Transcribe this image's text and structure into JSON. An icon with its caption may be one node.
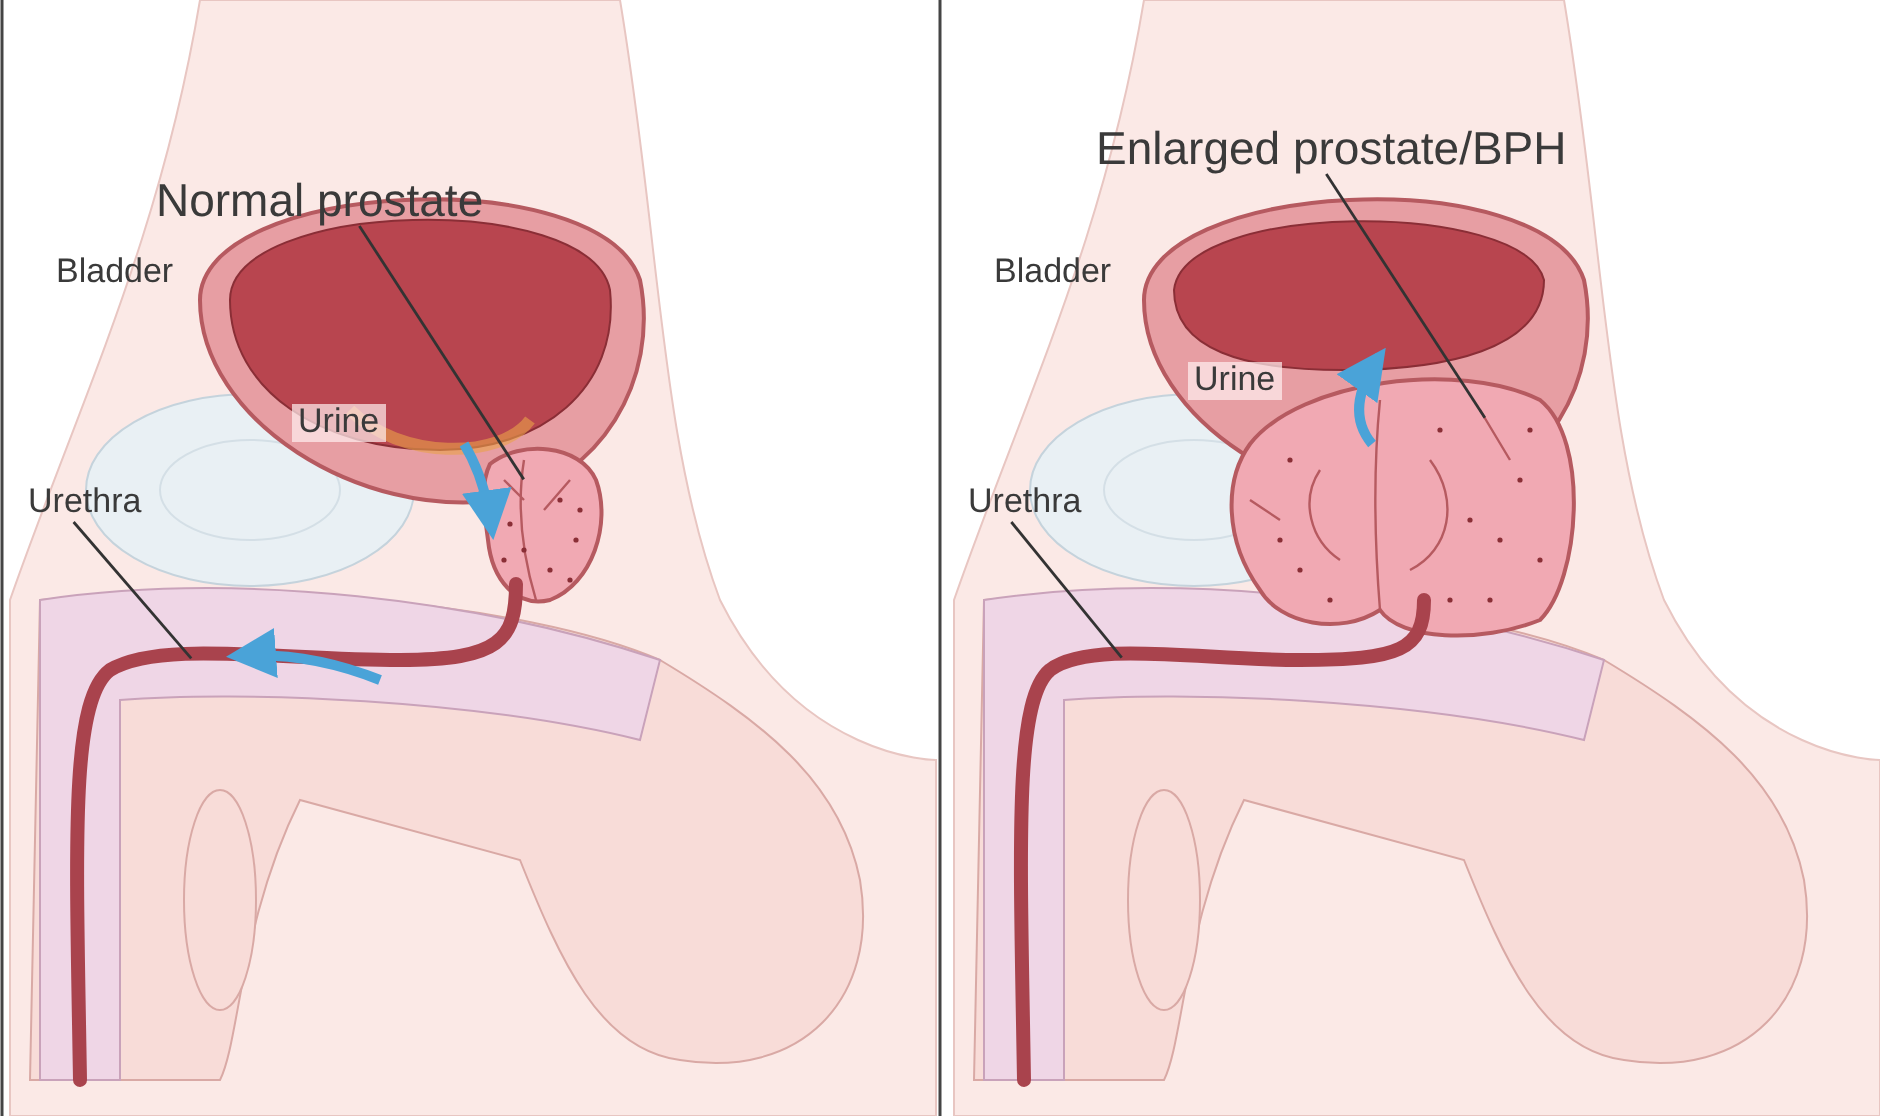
{
  "diagram": {
    "nodes": [
      {
        "text": [
          "Normal prostate"
        ]
      },
      {
        "text": [],
        "shape": "picture"
      },
      {
        "text": [
          "Urethra"
        ]
      },
      {
        "text": [],
        "shape": "picture"
      },
      {
        "text": [
          "Enlarged prostate/BPH"
        ]
      },
      {
        "text": [],
        "shape": "picture"
      },
      {
        "text": [
          "Urethra"
        ]
      },
      {
        "text": [],
        "shape": "picture"
      }
    ],
    "edges": [
      {
        "from": 0,
        "to": 1,
        "arrow": "none"
      },
      {
        "from": 2,
        "to": 3,
        "arrow": "none"
      },
      {
        "from": 4,
        "to": 5,
        "arrow": "none"
      },
      {
        "from": 6,
        "to": 7,
        "arrow": "none"
      }
    ],
    "labels": [
      "Bladder",
      "Urine",
      "Bladder",
      "Urine"
    ]
  }
}
